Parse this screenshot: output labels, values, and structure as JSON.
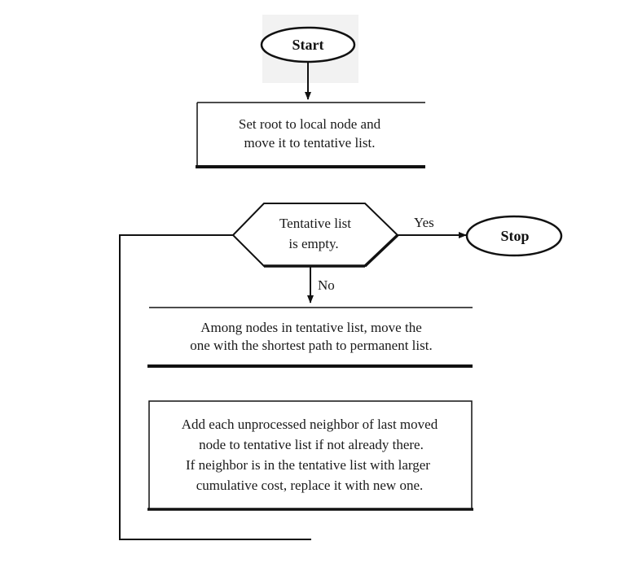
{
  "flowchart": {
    "start": "Start",
    "stop": "Stop",
    "step1": [
      "Set root to local node and",
      "move it to tentative list."
    ],
    "decision": [
      "Tentative list",
      "is empty."
    ],
    "yes_label": "Yes",
    "no_label": "No",
    "step2": [
      "Among nodes in tentative list, move the",
      "one with the shortest path to permanent list."
    ],
    "step3": [
      "Add each unprocessed neighbor of last moved",
      "node to tentative list if not already there.",
      "If neighbor is in the tentative list with larger",
      "cumulative cost, replace it with new one."
    ]
  },
  "colors": {
    "line": "#111111",
    "fill": "#ffffff"
  }
}
